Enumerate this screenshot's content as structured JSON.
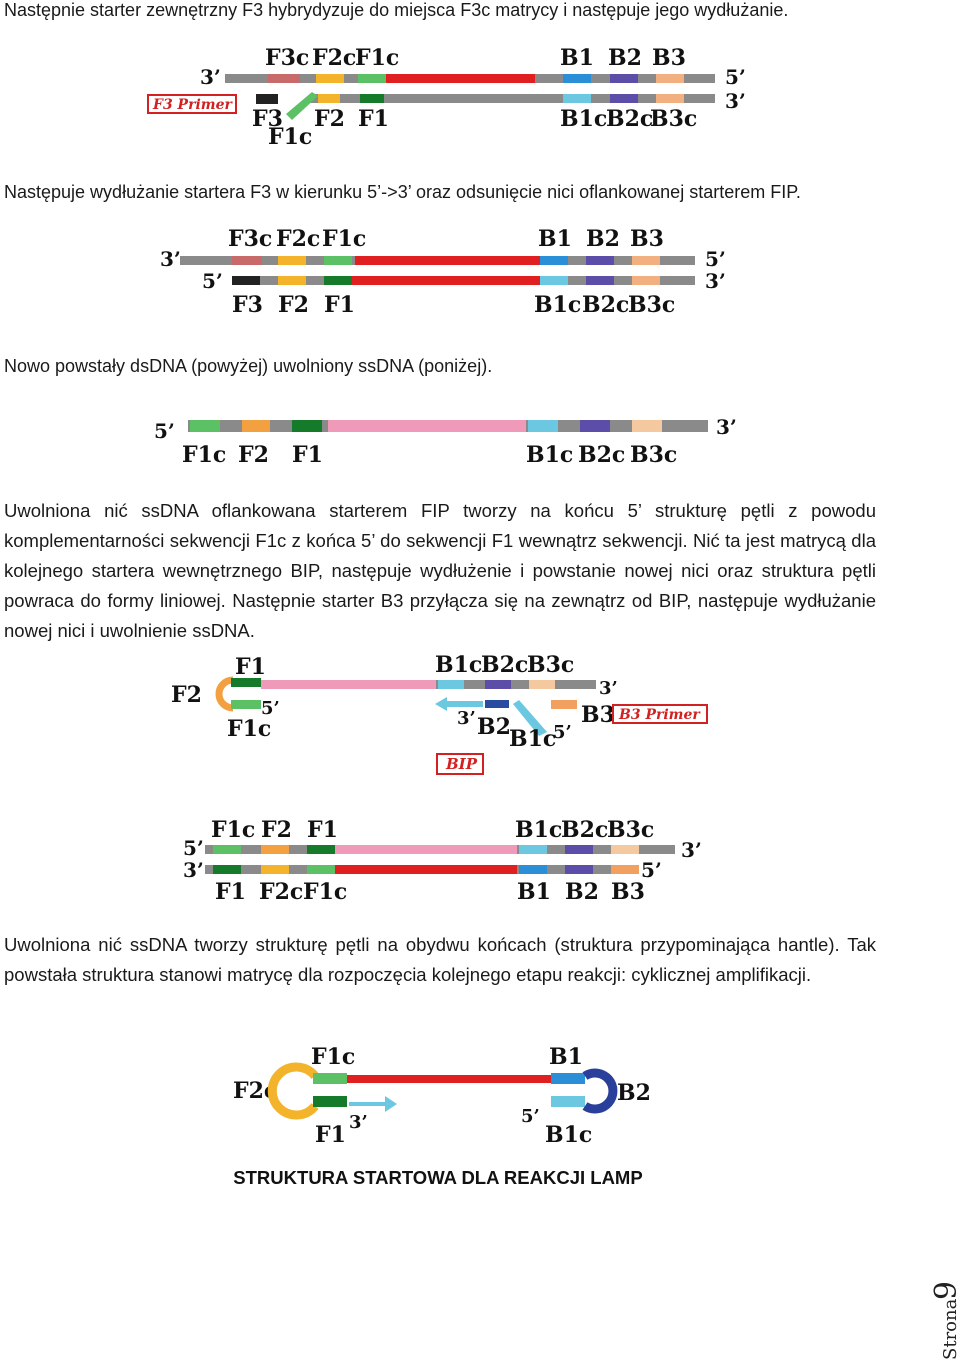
{
  "texts": {
    "t1": "Następnie starter zewnętrzny F3 hybrydyzuje do miejsca F3c matrycy i następuje jego wydłużanie.",
    "t2": "Następuje wydłużanie startera F3 w kierunku 5’->3’ oraz odsunięcie nici oflankowanej starterem FIP.",
    "t3": "Nowo powstały dsDNA (powyżej) uwolniony ssDNA (poniżej).",
    "p4": "Uwolniona nić ssDNA oflankowana starterem FIP tworzy na końcu 5’ strukturę pętli z powodu komplementarności sekwencji F1c z końca 5’ do sekwencji F1 wewnątrz sekwencji. Nić ta jest matrycą dla kolejnego startera wewnętrznego BIP, następuje wydłużenie i powstanie nowej nici oraz struktura pętli powraca do formy liniowej. Następnie starter B3 przyłącza się na zewnątrz od BIP, następuje wydłużanie nowej nici i uwolnienie ssDNA.",
    "p5": "Uwolniona nić ssDNA tworzy strukturę pętli na obydwu końcach (struktura przypominająca hantle). Tak powstała struktura stanowi matrycę dla rozpoczęcia kolejnego etapu reakcji: cyklicznej amplifikacji.",
    "title": "STRUKTURA STARTOWA DLA REAKCJI LAMP"
  },
  "labels": {
    "three_prime": "3’",
    "five_prime": "5’",
    "F3c": "F3c",
    "F2c": "F2c",
    "F1c": "F1c",
    "F3": "F3",
    "F2": "F2",
    "F1": "F1",
    "B1": "B1",
    "B2": "B2",
    "B3": "B3",
    "B1c": "B1c",
    "B2c": "B2c",
    "B3c": "B3c",
    "F3_primer": "F3 Primer",
    "B3_primer": "B3 Primer",
    "BIP": "BIP"
  },
  "footer": {
    "strona": "Strona",
    "page": "9"
  },
  "colors": {
    "red_strand": "#e02020",
    "pink_strand": "#ee9ab8",
    "gray_strand": "#8a8a8a",
    "f3_region": "#c96a6a",
    "f2_region": "#f3b32a",
    "f1c_region": "#5cc064",
    "f1_region": "#157a2a",
    "b1_region": "#2a8fd6",
    "b2_region": "#5c4ea8",
    "b3_region": "#f2b080",
    "f3_primer_region": "#222222",
    "cyan_arrow": "#6cc8e0",
    "label_box_red": "#d32020"
  }
}
